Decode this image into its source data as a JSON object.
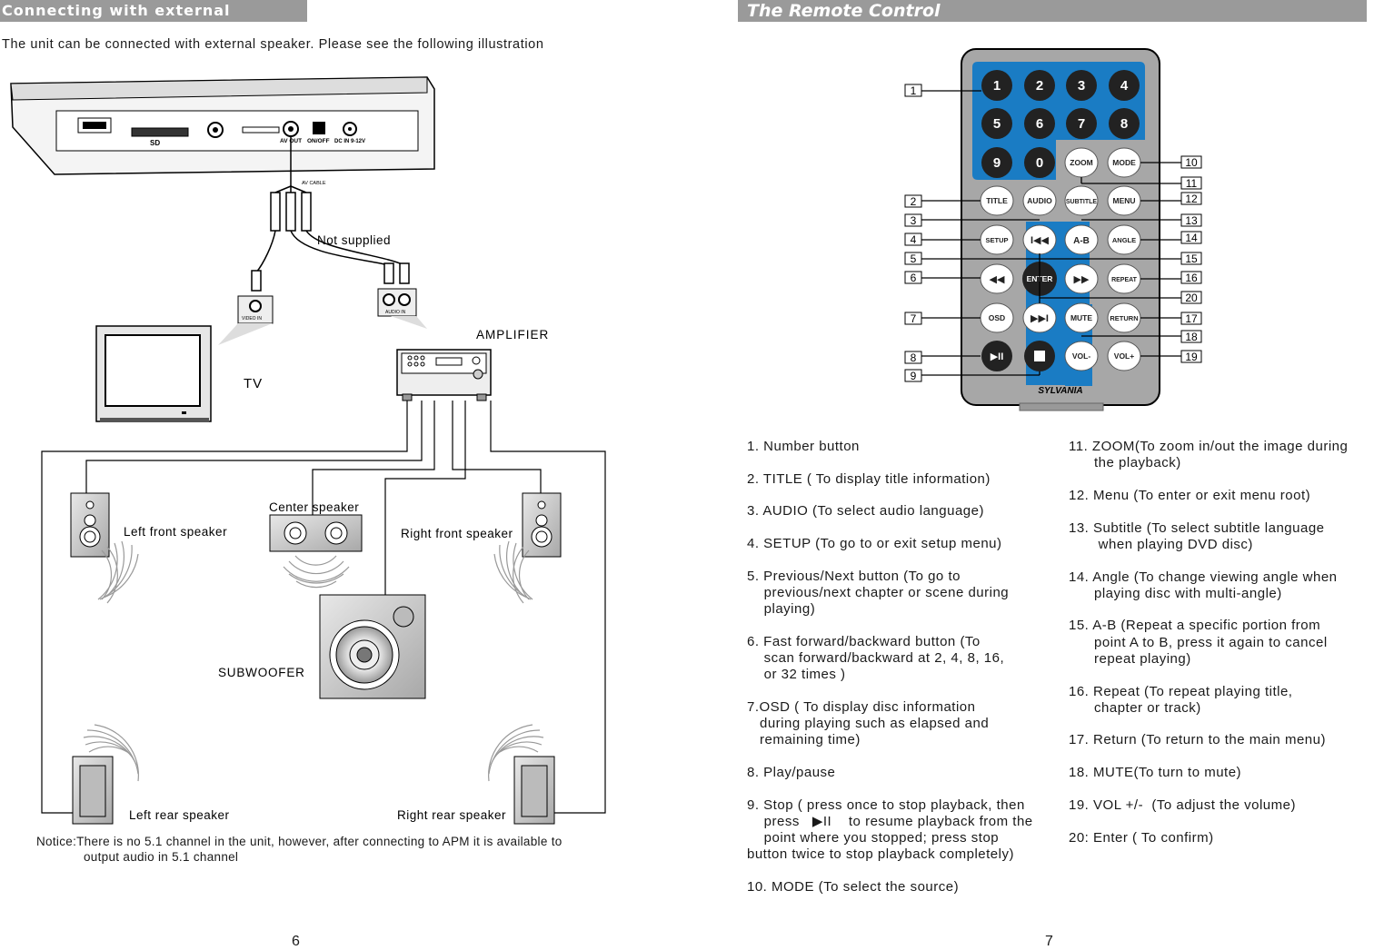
{
  "left_page": {
    "header": "Connecting with external Speaker",
    "intro": "The unit can be connected with external speaker. Please see the following illustration",
    "panel_labels": {
      "sd": "SD",
      "av_out": "AV OUT",
      "on_off": "ON/OFF",
      "dc_in": "DC IN 9-12V",
      "av_cable": "AV CABLE",
      "video_in": "VIDEO IN",
      "audio_in": "AUDIO IN"
    },
    "not_supplied": "Not supplied",
    "amplifier": "AMPLIFIER",
    "tv": "TV",
    "center_speaker": "Center speaker",
    "left_front_speaker": "Left front speaker",
    "right_front_speaker": "Right front speaker",
    "subwoofer": "SUBWOOFER",
    "left_rear_speaker": "Left rear speaker",
    "right_rear_speaker": "Right rear speaker",
    "notice_line1": "Notice:There is no 5.1 channel in the unit, however, after connecting to APM it is available to",
    "notice_line2": "output audio in 5.1 channel",
    "page_number": "6"
  },
  "right_page": {
    "header": "The Remote Control",
    "remote": {
      "brand": "SYLVANIA",
      "numbers": [
        "1",
        "2",
        "3",
        "4",
        "5",
        "6",
        "7",
        "8",
        "9",
        "0"
      ],
      "zoom": "ZOOM",
      "mode": "MODE",
      "title": "TITLE",
      "audio": "AUDIO",
      "subtitle": "SUBTITLE",
      "menu": "MENU",
      "setup": "SETUP",
      "ab": "A-B",
      "angle": "ANGLE",
      "enter": "ENTER",
      "repeat": "REPEAT",
      "osd": "OSD",
      "mute": "MUTE",
      "return": "RETURN",
      "vol_minus": "VOL-",
      "vol_plus": "VOL+",
      "callouts_left": [
        "1",
        "2",
        "3",
        "4",
        "5",
        "6",
        "7",
        "8",
        "9"
      ],
      "callouts_right": [
        "10",
        "11",
        "12",
        "13",
        "14",
        "15",
        "16",
        "20",
        "17",
        "18",
        "19"
      ]
    },
    "items_left": [
      "1. Number button",
      "2. TITLE ( To display title information)",
      "3. AUDIO (To select audio language)",
      "4. SETUP (To go to or exit setup menu)",
      "5. Previous/Next button (To go to\n    previous/next chapter or scene during\n    playing)",
      "6. Fast forward/backward button (To\n    scan forward/backward at 2, 4, 8, 16,\n    or 32 times )",
      "7.OSD ( To display disc information\n   during playing such as elapsed and\n   remaining time)",
      "8. Play/pause",
      "9. Stop ( press once to stop playback, then\n    press   ▶II    to resume playback from the\n    point where you stopped; press stop\nbutton twice to stop playback completely)",
      "10. MODE (To select the source)"
    ],
    "items_right": [
      "11. ZOOM(To zoom in/out the image during\n      the playback)",
      "12. Menu (To enter or exit menu root)",
      "13. Subtitle (To select subtitle language\n       when playing DVD disc)",
      "14. Angle (To change viewing angle when\n      playing disc with multi-angle)",
      "15. A-B (Repeat a specific portion from\n      point A to B, press it again to cancel\n      repeat playing)",
      "16. Repeat (To repeat playing title,\n      chapter or track)",
      "17. Return (To return to the main menu)",
      "18. MUTE(To turn to mute)",
      "19. VOL +/-  (To adjust the volume)",
      "20: Enter ( To confirm)"
    ],
    "page_number": "7"
  }
}
